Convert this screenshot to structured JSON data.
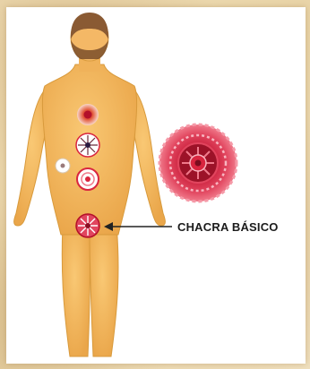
{
  "label": {
    "text": "CHACRA BÁSICO"
  },
  "colors": {
    "skin": "#f5b95e",
    "skin_outline": "#d89a3c",
    "hair": "#8a5a33",
    "chakra": "#d9253f",
    "arrow": "#222222"
  },
  "chakras": [
    {
      "name": "throat",
      "style": "dot"
    },
    {
      "name": "heart",
      "style": "star"
    },
    {
      "name": "solar-plexus",
      "style": "ring"
    },
    {
      "name": "sacral",
      "style": "ring"
    },
    {
      "name": "base",
      "style": "flower"
    }
  ]
}
